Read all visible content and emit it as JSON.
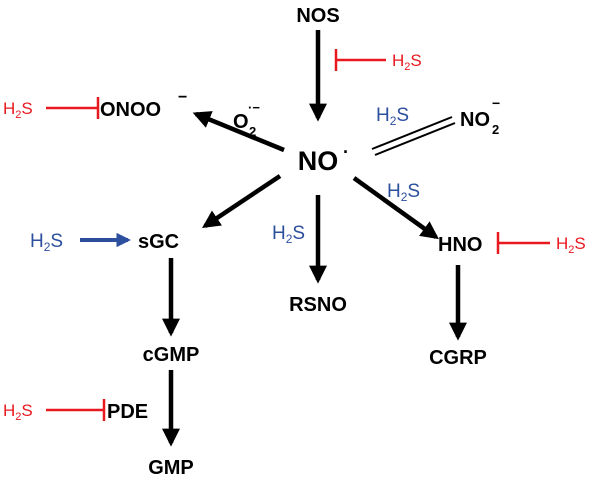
{
  "nodes": {
    "nos": "NOS",
    "no": "NO",
    "no_radical_dot": "·",
    "onoo": "ONOO",
    "onoo_charge": "−",
    "o2": "O",
    "o2_sub": "2",
    "o2_sup": "·−",
    "no2": "NO",
    "no2_sub": "2",
    "no2_sup": "−",
    "sgc": "sGC",
    "rsno": "RSNO",
    "hno": "HNO",
    "cgmp": "cGMP",
    "cgrp": "CGRP",
    "pde": "PDE",
    "gmp": "GMP"
  },
  "h2s": {
    "main": "H",
    "sub": "2",
    "tail": "S"
  },
  "colors": {
    "inhibit": "#e8191f",
    "stimulate": "#2c4f9e",
    "arrow": "#000000"
  }
}
